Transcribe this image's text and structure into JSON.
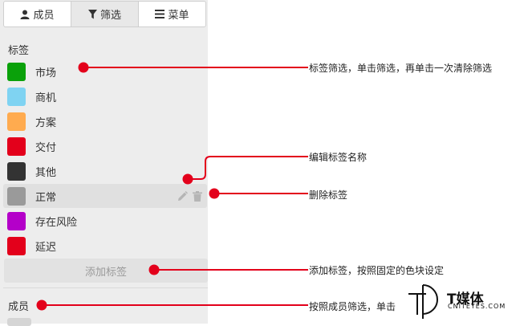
{
  "tabs": [
    {
      "label": "成员",
      "icon": "user-icon"
    },
    {
      "label": "筛选",
      "icon": "filter-icon"
    },
    {
      "label": "菜单",
      "icon": "menu-icon"
    }
  ],
  "active_tab": 1,
  "tags_section": {
    "title": "标签"
  },
  "tags": [
    {
      "label": "市场",
      "color": "#0aa10a"
    },
    {
      "label": "商机",
      "color": "#7fd3f2"
    },
    {
      "label": "方案",
      "color": "#ffab4f"
    },
    {
      "label": "交付",
      "color": "#e3001b"
    },
    {
      "label": "其他",
      "color": "#333333"
    },
    {
      "label": "正常",
      "color": "#9a9a9a"
    },
    {
      "label": "存在风险",
      "color": "#b400c9"
    },
    {
      "label": "延迟",
      "color": "#e3001b"
    }
  ],
  "add_tag_label": "添加标签",
  "members_section": {
    "title": "成员"
  },
  "annotations": {
    "filter_tag": "标签筛选，单击筛选，再单击一次清除筛选",
    "edit_name": "编辑标签名称",
    "delete_tag": "删除标签",
    "add_tag": "添加标签，按照固定的色块设定",
    "member_filter": "按照成员筛选，单击"
  },
  "brand": {
    "name": "T媒体",
    "sub": "CNITEYES.COM"
  }
}
